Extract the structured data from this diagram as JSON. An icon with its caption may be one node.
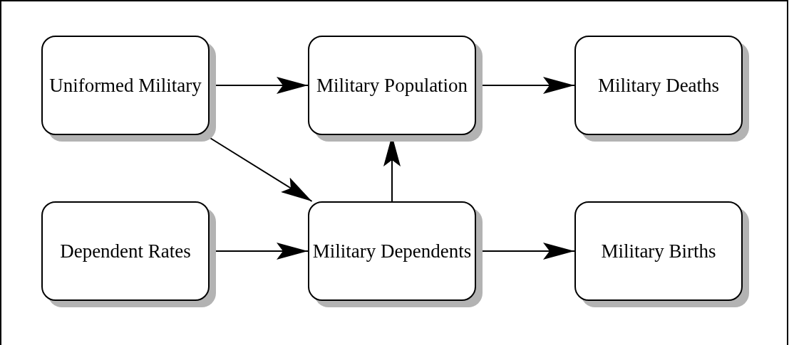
{
  "diagram": {
    "nodes": [
      {
        "text": [
          "Uniformed Military"
        ]
      },
      {
        "text": [
          "Military Population"
        ]
      },
      {
        "text": [
          "Military Deaths"
        ]
      },
      {
        "text": [
          "Dependent Rates"
        ]
      },
      {
        "text": [
          "Military Dependents"
        ]
      },
      {
        "text": [
          "Military Births"
        ]
      }
    ],
    "edges": [
      {
        "from": 0,
        "to": 1,
        "arrow": "to"
      },
      {
        "from": 1,
        "to": 2,
        "arrow": "to"
      },
      {
        "from": 0,
        "to": 4,
        "arrow": "to"
      },
      {
        "from": 4,
        "to": 1,
        "arrow": "to"
      },
      {
        "from": 3,
        "to": 4,
        "arrow": "to"
      },
      {
        "from": 4,
        "to": 5,
        "arrow": "to"
      }
    ]
  }
}
